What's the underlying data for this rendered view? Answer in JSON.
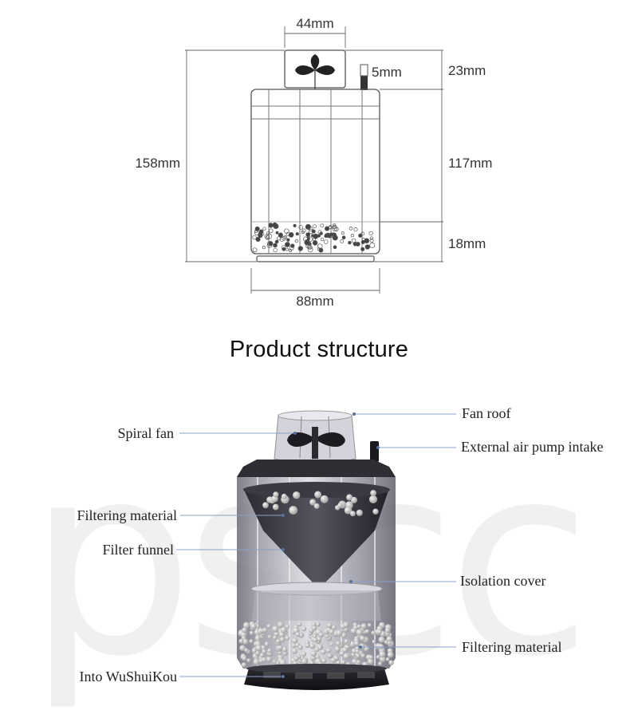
{
  "dimension_diagram": {
    "labels": {
      "top_width": "44mm",
      "intake_width": "5mm",
      "fan_height": "23mm",
      "total_height": "158mm",
      "body_height": "117mm",
      "base_height": "18mm",
      "bottom_width": "88mm"
    }
  },
  "structure": {
    "title": "Product structure",
    "callouts": {
      "fan_roof": "Fan roof",
      "spiral_fan": "Spiral fan",
      "external_air_pump_intake": "External air pump intake",
      "filtering_material_top": "Filtering material",
      "filter_funnel": "Filter funnel",
      "isolation_cover": "Isolation cover",
      "filtering_material_bottom": "Filtering material",
      "into_wushuikou": "Into WuShuiKou"
    },
    "watermark": "pscc"
  },
  "colors": {
    "line": "#555555",
    "leader": "#8aa0c8",
    "text": "#111111",
    "watermark": "#f0f0f0"
  }
}
